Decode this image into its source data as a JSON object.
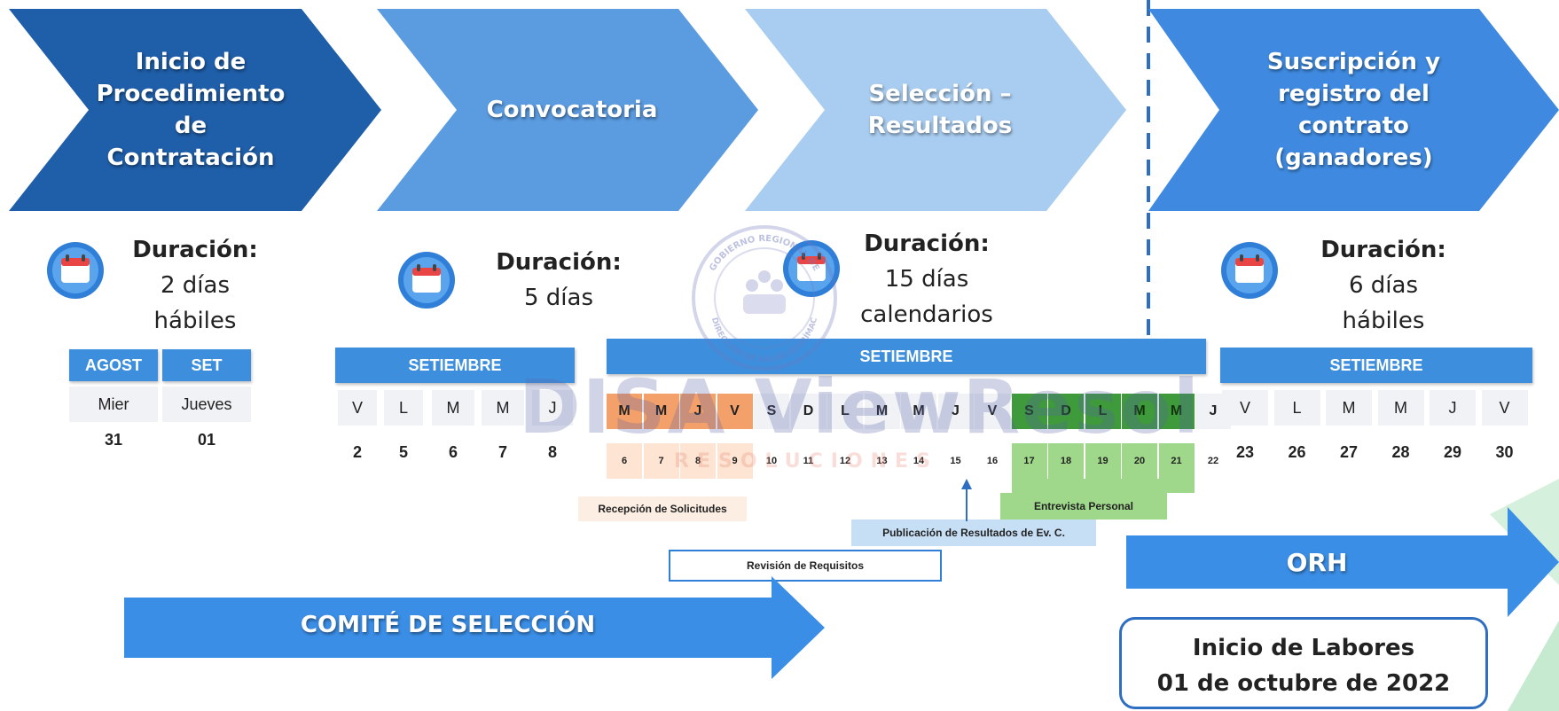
{
  "phases": [
    {
      "title": "Inicio de Procedimiento de Contratación",
      "lines": [
        "Inicio de",
        "Procedimiento",
        "de",
        "Contratación"
      ]
    },
    {
      "title": "Convocatoria",
      "lines": [
        "Convocatoria"
      ]
    },
    {
      "title": "Selección – Resultados",
      "lines": [
        "Selección –",
        "Resultados"
      ]
    },
    {
      "title": "Suscripción y registro del contrato (ganadores)",
      "lines": [
        "Suscripción y",
        "registro del",
        "contrato",
        "(ganadores)"
      ]
    }
  ],
  "durations": [
    {
      "label": "Duración:",
      "line1": "2 días",
      "line2": "hábiles"
    },
    {
      "label": "Duración:",
      "line1": "5 días",
      "line2": ""
    },
    {
      "label": "Duración:",
      "line1": "15 días",
      "line2": "calendarios"
    },
    {
      "label": "Duración:",
      "line1": "6 días",
      "line2": "hábiles"
    }
  ],
  "cal1": {
    "months": [
      "AGOST",
      "SET"
    ],
    "days": [
      "Mier",
      "Jueves"
    ],
    "dates": [
      "31",
      "01"
    ]
  },
  "cal2": {
    "month": "SETIEMBRE",
    "days": [
      "V",
      "L",
      "M",
      "M",
      "J"
    ],
    "dates": [
      "2",
      "5",
      "6",
      "7",
      "8"
    ]
  },
  "cal3": {
    "month": "SETIEMBRE",
    "days": [
      "M",
      "M",
      "J",
      "V",
      "S",
      "D",
      "L",
      "M",
      "M",
      "J",
      "V",
      "S",
      "D",
      "L",
      "M",
      "M",
      "J"
    ],
    "dates": [
      "6",
      "7",
      "8",
      "9",
      "10",
      "11",
      "12",
      "13",
      "14",
      "15",
      "16",
      "17",
      "18",
      "19",
      "20",
      "21",
      "22"
    ]
  },
  "cal4": {
    "month": "SETIEMBRE",
    "days": [
      "V",
      "L",
      "M",
      "M",
      "J",
      "V"
    ],
    "dates": [
      "23",
      "26",
      "27",
      "28",
      "29",
      "30"
    ]
  },
  "activities": {
    "recepcion": "Recepción de Solicitudes",
    "entrevista": "Entrevista Personal",
    "publicacion": "Publicación de Resultados de Ev. C.",
    "revision": "Revisión de Requisitos"
  },
  "arrows": {
    "comite": "COMITÉ DE SELECCIÓN",
    "orh": "ORH"
  },
  "inicio": {
    "line1": "Inicio de Labores",
    "line2": "01 de octubre de 2022"
  },
  "watermark": {
    "main": "DISA ViewResol",
    "sub": "RESOLUCIONES",
    "seal_top": "GOBIERNO REGIONAL DE",
    "seal_bottom": "DIRECCIÓN DE SALUD APURÍMAC"
  },
  "colors": {
    "phase1": "#1f5ea8",
    "phase2": "#5b9be0",
    "phase3": "#a9cdf0",
    "phase4": "#3f8ae0",
    "month_header": "#3d8fdd",
    "recepcion": "#f4a06a",
    "entrevista_dark": "#3e9a3b",
    "entrevista_light": "#9fd88a",
    "arrow": "#3b8ee6"
  }
}
